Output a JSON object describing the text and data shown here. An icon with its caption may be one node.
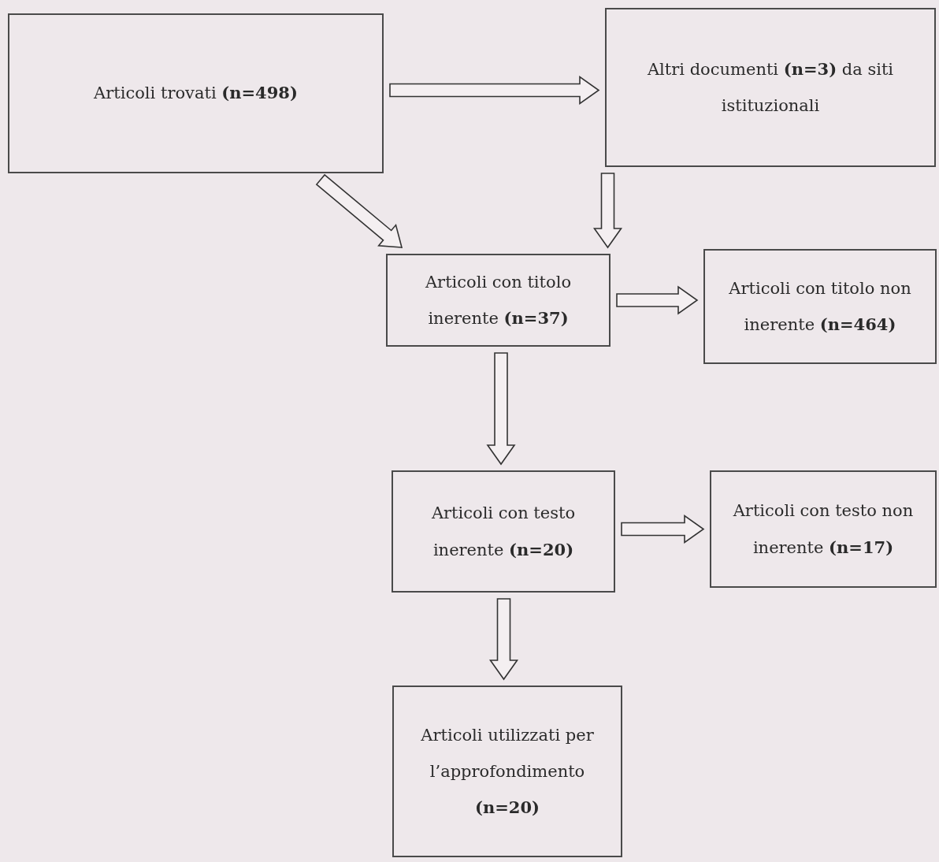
{
  "diagram": {
    "nodes": [
      {
        "text": [
          "Articoli trovati **(n=498)**"
        ]
      },
      {
        "text": [
          "Altri documenti **(n=3)** da siti istituzionali"
        ]
      },
      {
        "text": [
          "Articoli con titolo inerente **(n=37)**"
        ]
      },
      {
        "text": [
          "Articoli con titolo non inerente **(n=464)**"
        ]
      },
      {
        "text": [
          "Articoli con testo inerente **(n=20)**"
        ]
      },
      {
        "text": [
          "Articoli con testo non inerente **(n=17)**"
        ]
      },
      {
        "text": [
          "Articoli utilizzati per l’approfondimento **(n=20)**"
        ]
      }
    ],
    "edges": [
      {
        "from": 0,
        "to": 1,
        "arrow": "to"
      },
      {
        "from": 0,
        "to": 2,
        "arrow": "to"
      },
      {
        "from": 1,
        "to": 2,
        "arrow": "to"
      },
      {
        "from": 2,
        "to": 3,
        "arrow": "to"
      },
      {
        "from": 2,
        "to": 4,
        "arrow": "to"
      },
      {
        "from": 4,
        "to": 5,
        "arrow": "to"
      },
      {
        "from": 4,
        "to": 6,
        "arrow": "to"
      }
    ]
  }
}
